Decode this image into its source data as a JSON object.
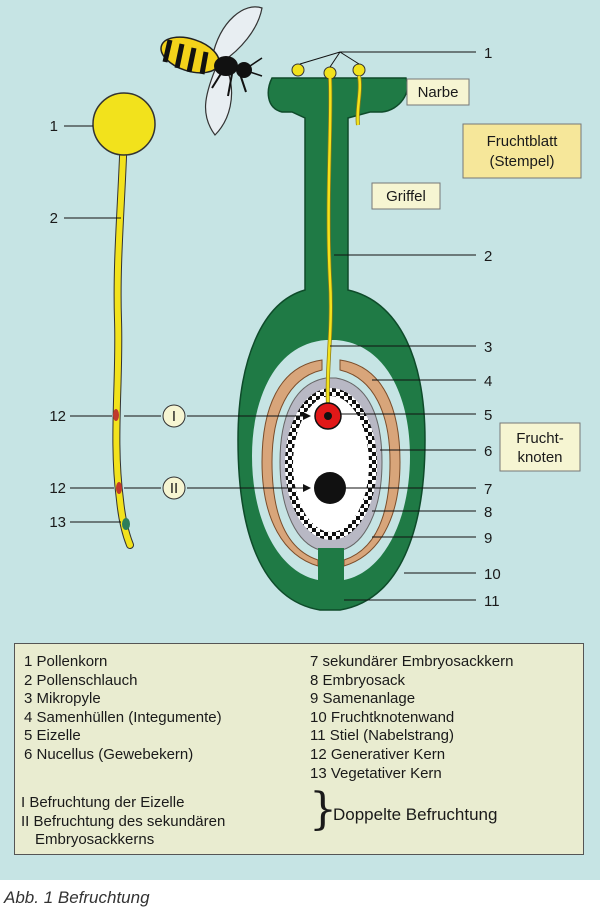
{
  "diagram": {
    "labels": {
      "narbe": "Narbe",
      "fruchtblatt_line1": "Fruchtblatt",
      "fruchtblatt_line2": "(Stempel)",
      "griffel": "Griffel",
      "fruchtknoten_line1": "Frucht-",
      "fruchtknoten_line2": "knoten"
    },
    "callouts": {
      "left": [
        "1",
        "2",
        "12",
        "12",
        "13"
      ],
      "right": [
        "1",
        "2",
        "3",
        "4",
        "5",
        "6",
        "7",
        "8",
        "9",
        "10",
        "11"
      ],
      "roman": [
        "I",
        "II"
      ]
    },
    "colors": {
      "background": "#c6e4e4",
      "pistil_green": "#1f7a45",
      "pollen_yellow": "#f2e21c",
      "integument_tan": "#d8a57a",
      "nucellus_gray": "#b8b8c4",
      "egg_red": "#e11818",
      "legend_bg": "#e9ecd0"
    }
  },
  "legend": {
    "left": [
      "1 Pollenkorn",
      "2 Pollenschlauch",
      "3 Mikropyle",
      "4 Samenhüllen (Integumente)",
      "5 Eizelle",
      "6 Nucellus (Gewebekern)"
    ],
    "right": [
      "7 sekundärer Embryosackkern",
      "8 Embryosack",
      "9 Samenanlage",
      "10 Fruchtknotenwand",
      "11 Stiel (Nabelstrang)",
      "12 Generativer Kern",
      "13 Vegetativer Kern"
    ],
    "roman": [
      "I Befruchtung der Eizelle",
      "II Befruchtung des sekundären",
      "Embryosackkerns"
    ],
    "double_fertilization": "Doppelte Befruchtung"
  },
  "caption": "Abb. 1  Befruchtung"
}
